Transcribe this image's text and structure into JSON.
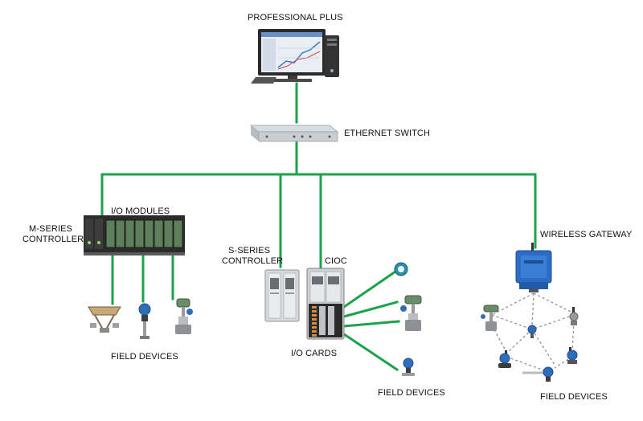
{
  "labels": {
    "professional_plus": "PROFESSIONAL PLUS",
    "ethernet_switch": "ETHERNET SWITCH",
    "io_modules": "I/O MODULES",
    "m_series_1": "M-SERIES",
    "m_series_2": "CONTROLLER",
    "s_series_1": "S-SERIES",
    "s_series_2": "CONTROLLER",
    "cioc": "CIOC",
    "wireless_gateway": "WIRELESS GATEWAY",
    "io_cards": "I/O CARDS",
    "field_devices_left": "FIELD DEVICES",
    "field_devices_center": "FIELD DEVICES",
    "field_devices_right": "FIELD DEVICES"
  },
  "colors": {
    "link": "#1aa34a",
    "wireless_link": "#8a8a8a",
    "device_blue": "#2f6db8",
    "gateway_blue": "#2b6cc4",
    "chassis_dark": "#2b2b2b",
    "module_green": "#5e7f5b"
  },
  "icons": [
    "workstation-icon",
    "ethernet-switch-icon",
    "controller-icon",
    "io-card-icon",
    "wireless-gateway-icon",
    "valve-icon",
    "transmitter-icon"
  ]
}
